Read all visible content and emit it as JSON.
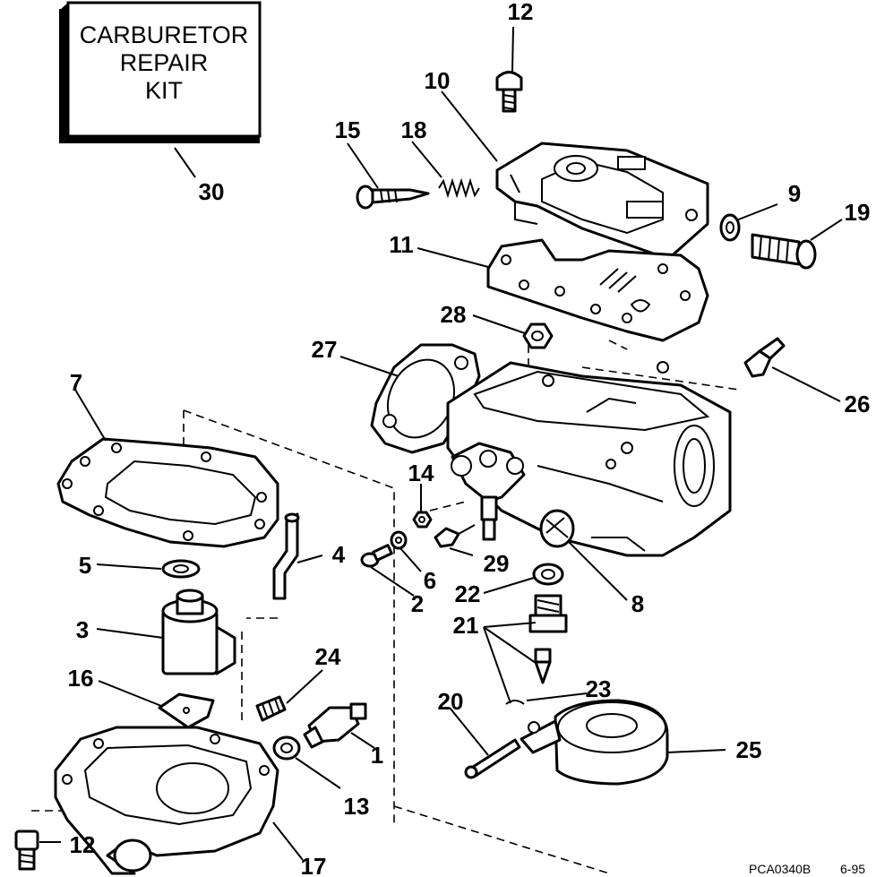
{
  "kit_box": {
    "line1": "CARBURETOR",
    "line2": "REPAIR",
    "line3": "KIT"
  },
  "callouts": {
    "c1": "1",
    "c2": "2",
    "c3": "3",
    "c4": "4",
    "c5": "5",
    "c6": "6",
    "c7": "7",
    "c8": "8",
    "c9": "9",
    "c10": "10",
    "c11": "11",
    "c12_top": "12",
    "c12_bottom": "12",
    "c13": "13",
    "c14": "14",
    "c15": "15",
    "c16": "16",
    "c17": "17",
    "c18": "18",
    "c19": "19",
    "c20": "20",
    "c21": "21",
    "c22": "22",
    "c23": "23",
    "c24": "24",
    "c25": "25",
    "c26": "26",
    "c27": "27",
    "c28": "28",
    "c29": "29",
    "c30": "30"
  },
  "footer": {
    "code": "PCA0340B",
    "date": "6-95"
  }
}
